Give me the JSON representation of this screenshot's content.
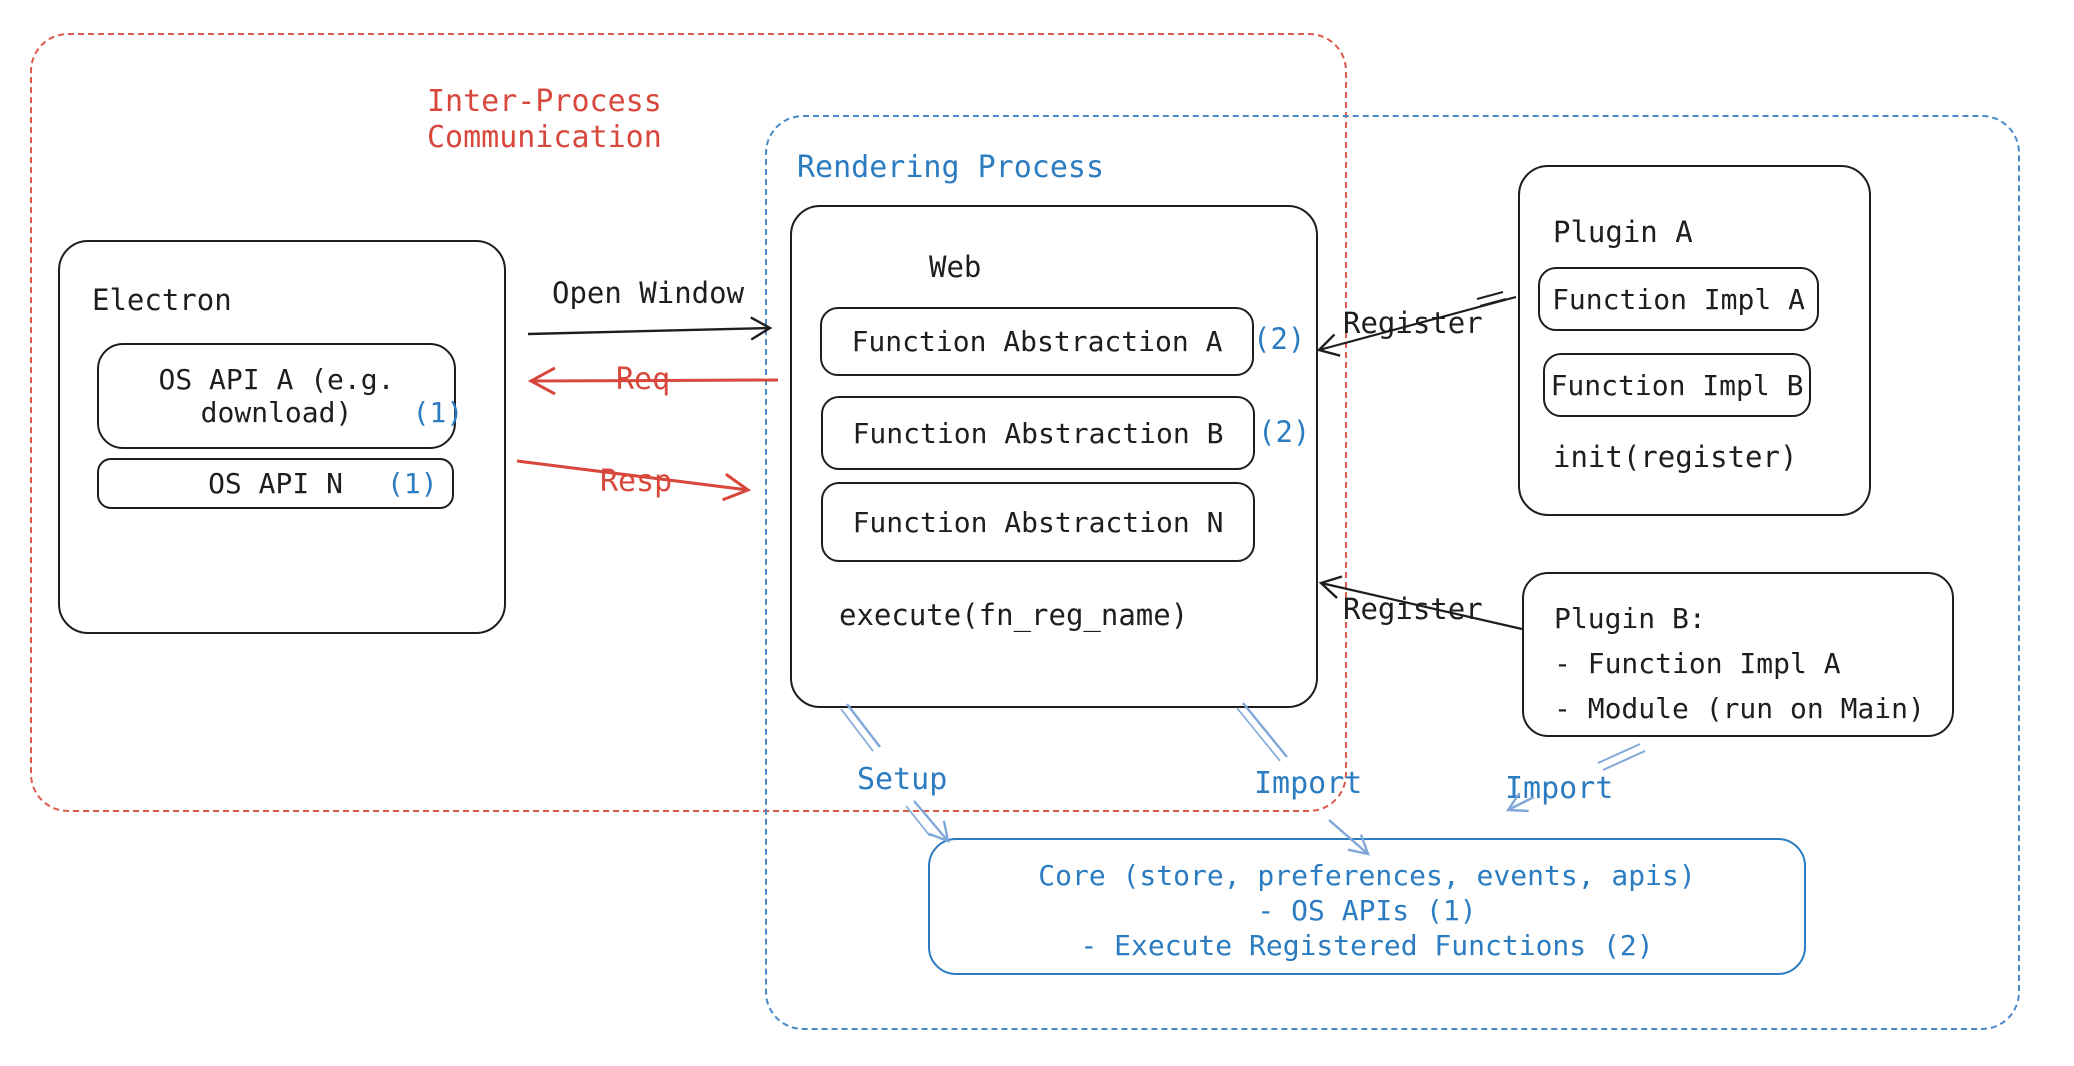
{
  "diagram": {
    "ipc_group": {
      "label_line1": "Inter-Process",
      "label_line2": "Communication"
    },
    "rendering_group": {
      "label": "Rendering Process"
    },
    "electron": {
      "title": "Electron",
      "api_a_line1": "OS API A (e.g.",
      "api_a_line2": "download)",
      "api_a_badge": "(1)",
      "api_n_label": "OS API N",
      "api_n_badge": "(1)"
    },
    "web": {
      "title": "Web",
      "fn_abstraction_a": "Function Abstraction A",
      "fn_abstraction_a_badge": "(2)",
      "fn_abstraction_b": "Function Abstraction B",
      "fn_abstraction_b_badge": "(2)",
      "fn_abstraction_n": "Function Abstraction N",
      "execute_label": "execute(fn_reg_name)"
    },
    "plugin_a": {
      "title": "Plugin A",
      "impl_a": "Function Impl A",
      "impl_b": "Function Impl B",
      "init_label": "init(register)"
    },
    "plugin_b": {
      "title": "Plugin B:",
      "item1": "- Function Impl A",
      "item2": "- Module (run on Main)"
    },
    "core": {
      "line1": "Core (store, preferences, events, apis)",
      "line2": "- OS APIs (1)",
      "line3": "- Execute Registered Functions (2)"
    },
    "arrows": {
      "open_window": "Open Window",
      "req": "Req",
      "resp": "Resp",
      "register_top": "Register",
      "register_bottom": "Register",
      "setup": "Setup",
      "import_mid": "Import",
      "import_right": "Import"
    },
    "colors": {
      "red": "#d8473c",
      "red_dash": "#dd5a4f",
      "blue": "#2b7cc0",
      "blue_dash": "#4a8ac9",
      "arrow_blue": "#7fa8d9",
      "ink": "#1e1e1e"
    }
  }
}
